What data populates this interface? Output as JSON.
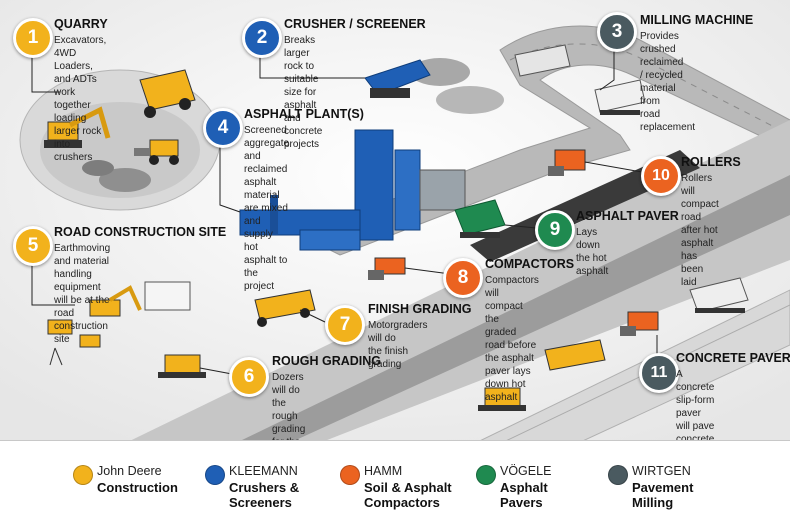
{
  "colors": {
    "deere": "#f2b21c",
    "kleemann": "#1f5fb5",
    "hamm": "#eb6320",
    "vogele": "#1f8a50",
    "wirtgen": "#4a5a60"
  },
  "callouts": [
    {
      "num": "1",
      "title": "QUARRY",
      "lines": [
        "Excavators, 4WD Loaders, and ADTs",
        "work together loading larger rock",
        "into crushers"
      ],
      "color": "#f2b21c"
    },
    {
      "num": "2",
      "title": "CRUSHER / SCREENER",
      "lines": [
        "Breaks larger rock to",
        "suitable size for asphalt and",
        "concrete projects"
      ],
      "color": "#1f5fb5"
    },
    {
      "num": "3",
      "title": "MILLING MACHINE",
      "lines": [
        "Provides crushed reclaimed",
        "/ recycled material from",
        "road replacement"
      ],
      "color": "#4a5a60"
    },
    {
      "num": "4",
      "title": "ASPHALT PLANT(S)",
      "lines": [
        "Screened aggregate and",
        "reclaimed asphalt",
        "material are mixed and",
        "supply hot asphalt to",
        "the project"
      ],
      "color": "#1f5fb5"
    },
    {
      "num": "5",
      "title": "ROAD CONSTRUCTION SITE",
      "lines": [
        "Earthmoving and material handling",
        "equipment will be at the road",
        "construction site"
      ],
      "color": "#f2b21c"
    },
    {
      "num": "6",
      "title": "ROUGH GRADING",
      "lines": [
        "Dozers will do the rough",
        "grading for the road"
      ],
      "color": "#f2b21c"
    },
    {
      "num": "7",
      "title": "FINISH GRADING",
      "lines": [
        "Motorgraders will do",
        "the finish grading"
      ],
      "color": "#f2b21c"
    },
    {
      "num": "8",
      "title": "COMPACTORS",
      "lines": [
        "Compactors will compact the",
        "graded road before the asphalt",
        "paver lays down hot asphalt"
      ],
      "color": "#eb6320"
    },
    {
      "num": "9",
      "title": "ASPHALT PAVER",
      "lines": [
        "Lays down the hot asphalt"
      ],
      "color": "#1f8a50"
    },
    {
      "num": "10",
      "title": "ROLLERS",
      "lines": [
        "Rollers will compact",
        "road after hot asphalt",
        "has been laid"
      ],
      "color": "#eb6320"
    },
    {
      "num": "11",
      "title": "CONCRETE PAVER",
      "lines": [
        "A concrete slip-form",
        "paver will pave",
        "concrete roads"
      ],
      "color": "#4a5a60"
    }
  ],
  "legend": [
    {
      "brand": "John Deere",
      "product": "Construction",
      "color": "#f2b21c"
    },
    {
      "brand": "KLEEMANN",
      "product": "Crushers & Screeners",
      "color": "#1f5fb5"
    },
    {
      "brand": "HAMM",
      "product": "Soil & Asphalt Compactors",
      "color": "#eb6320"
    },
    {
      "brand": "VÖGELE",
      "product": "Asphalt Pavers",
      "color": "#1f8a50"
    },
    {
      "brand": "WIRTGEN",
      "product": "Pavement Milling",
      "color": "#4a5a60"
    }
  ]
}
